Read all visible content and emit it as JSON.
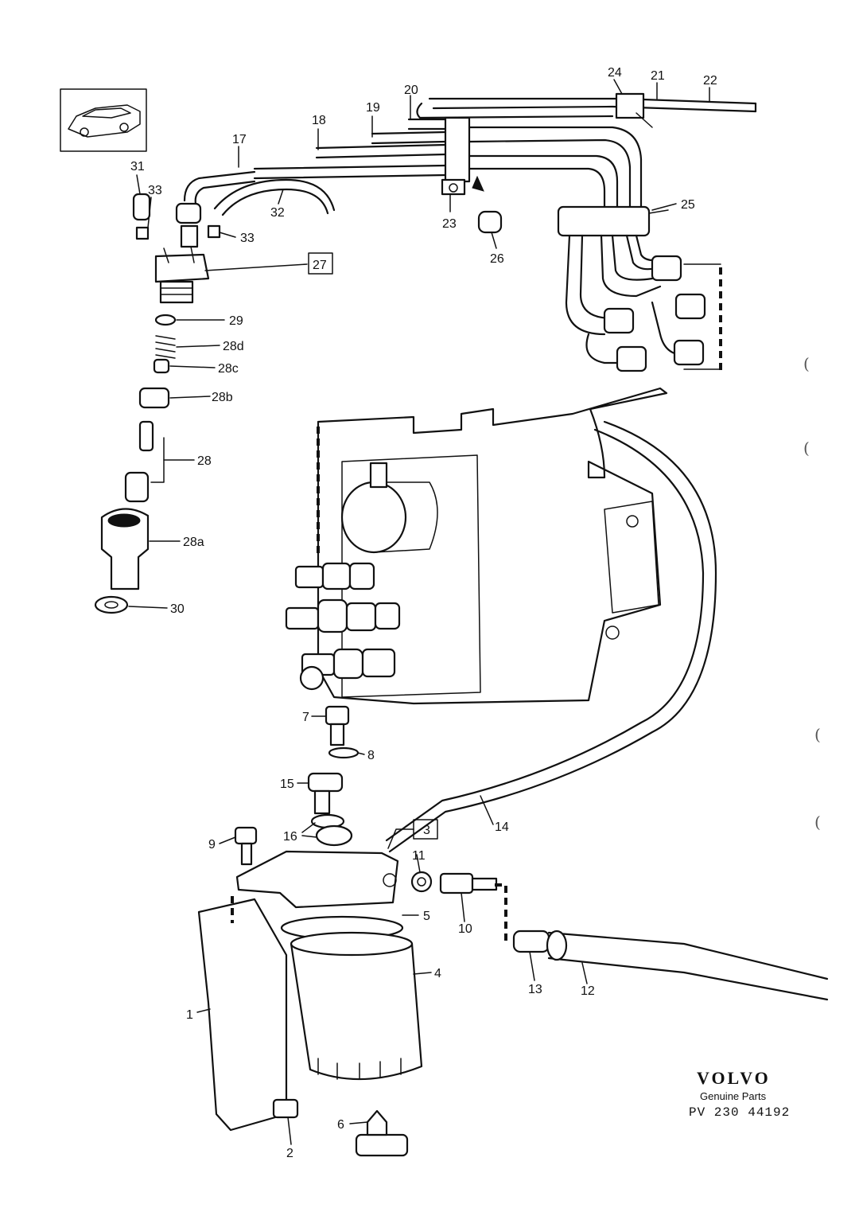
{
  "callouts": {
    "c1": "1",
    "c2": "2",
    "c3": "3",
    "c4": "4",
    "c5": "5",
    "c6": "6",
    "c7": "7",
    "c8": "8",
    "c9": "9",
    "c10": "10",
    "c11": "11",
    "c12": "12",
    "c13": "13",
    "c14": "14",
    "c15": "15",
    "c16": "16",
    "c17": "17",
    "c18": "18",
    "c19": "19",
    "c20": "20",
    "c21": "21",
    "c22": "22",
    "c23": "23",
    "c24": "24",
    "c25": "25",
    "c26": "26",
    "c27": "27",
    "c28": "28",
    "c28a": "28a",
    "c28b": "28b",
    "c28c": "28c",
    "c28d": "28d",
    "c29": "29",
    "c30": "30",
    "c31": "31",
    "c32": "32",
    "c33a": "33",
    "c33b": "33"
  },
  "brand": {
    "logo": "VOLVO",
    "tagline": "Genuine Parts",
    "reference": "PV 230 44192"
  },
  "margin_marks": [
    "(",
    "(",
    "(",
    "("
  ],
  "icons": {
    "vehicle_thumbnail": "car-sedan-icon"
  }
}
